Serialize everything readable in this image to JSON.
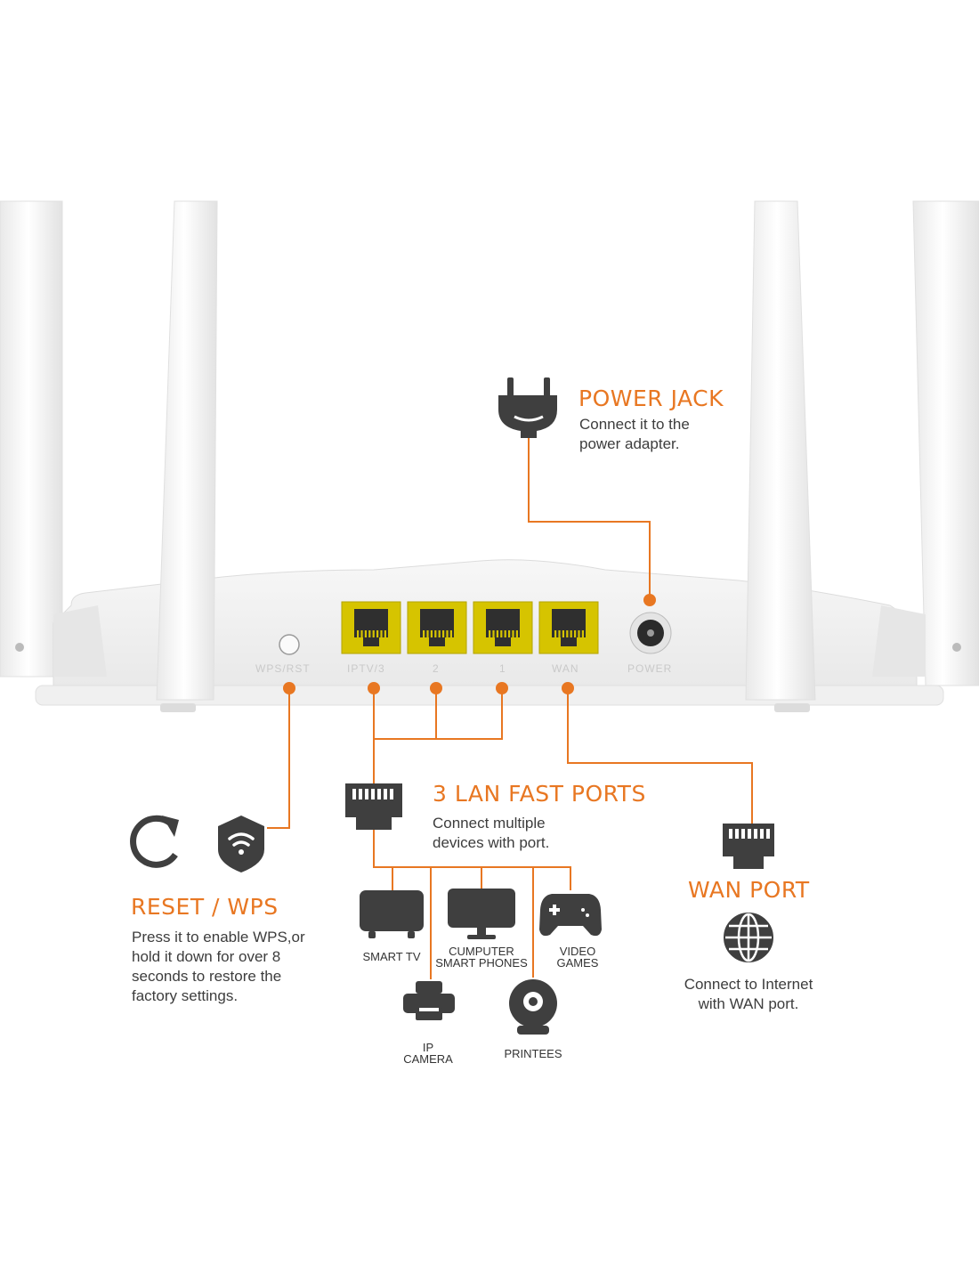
{
  "colors": {
    "accent": "#e87722",
    "icon": "#3f3f3f",
    "router": "#f2f2f2",
    "port": "#d6c400"
  },
  "router": {
    "port_labels": [
      "WPS/RST",
      "IPTV/3",
      "2",
      "1",
      "WAN",
      "POWER"
    ]
  },
  "power_jack": {
    "icon": "plug-icon",
    "title": "POWER JACK",
    "desc": [
      "Connect it to the",
      "power adapter."
    ]
  },
  "lan": {
    "icon": "ethernet-port-icon",
    "title": "3 LAN FAST PORTS",
    "desc": [
      "Connect multiple",
      "devices with port."
    ]
  },
  "reset": {
    "icons": [
      "refresh-icon",
      "wifi-shield-icon"
    ],
    "title": "RESET / WPS",
    "desc": [
      "Press it to enable WPS,or",
      "hold it down for over 8",
      "seconds to restore the",
      "factory settings."
    ]
  },
  "wan": {
    "icons": [
      "ethernet-port-icon",
      "globe-icon"
    ],
    "title": "WAN PORT",
    "desc": [
      "Connect to Internet",
      "with WAN port."
    ]
  },
  "devices": [
    {
      "icon": "tv-icon",
      "label": [
        "SMART TV"
      ]
    },
    {
      "icon": "monitor-icon",
      "label": [
        "CUMPUTER",
        "SMART PHONES"
      ]
    },
    {
      "icon": "gamepad-icon",
      "label": [
        "VIDEO",
        "GAMES"
      ]
    },
    {
      "icon": "ip-camera-icon",
      "label": [
        "IP",
        "CAMERA"
      ]
    },
    {
      "icon": "webcam-icon",
      "label": [
        "PRINTEES"
      ]
    }
  ]
}
